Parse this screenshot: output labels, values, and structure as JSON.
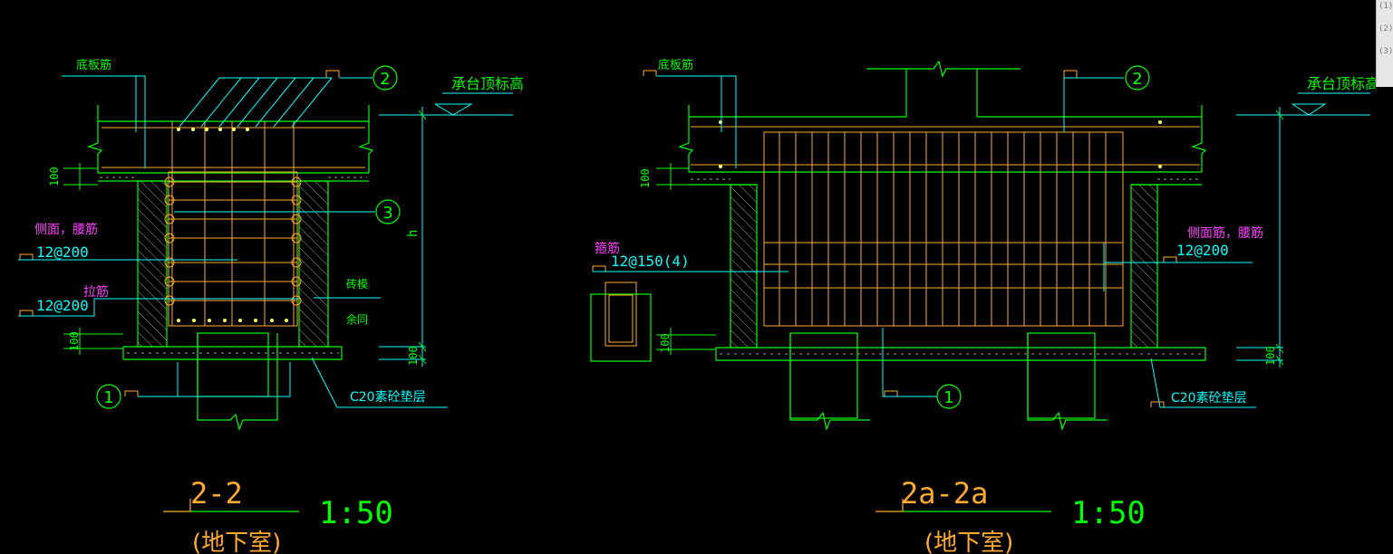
{
  "colors": {
    "green": "#00ff00",
    "cyan": "#00ffff",
    "orange": "#ffaa30",
    "magenta": "#ff40ff",
    "yellow": "#ffff66",
    "red": "#ff3030",
    "grey": "#9a9a9a"
  },
  "side_panel": [
    "(1)",
    "(2)",
    "(3)"
  ],
  "left_section": {
    "bottom_bar_label": "底板筋",
    "top_label": "承台顶标高",
    "side_label": "侧面，腰筋",
    "side_spec": "12@200",
    "tie_label": "拉筋",
    "tie_spec": "12@200",
    "dim_100_a": "100",
    "dim_100_b": "100",
    "dim_100_c": "100",
    "dim_h": "h",
    "brick_label": "砖模",
    "remaining_label": "余同",
    "bedding_label": "C20素砼垫层",
    "marker_1": "1",
    "marker_2": "2",
    "marker_3": "3",
    "title": "2-2",
    "scale": "1:50",
    "subtitle": "(地下室)"
  },
  "right_section": {
    "bottom_bar_label": "底板筋",
    "top_label": "承台顶标高",
    "stirrup_label": "箍筋",
    "stirrup_spec": "12@150(4)",
    "side_label": "侧面筋，腰筋",
    "side_spec": "12@200",
    "dim_100_a": "100",
    "dim_100_b": "100",
    "dim_100_c": "100",
    "bedding_label": "C20素砼垫层",
    "marker_1": "1",
    "marker_2": "2",
    "title": "2a-2a",
    "scale": "1:50",
    "subtitle": "(地下室)"
  }
}
